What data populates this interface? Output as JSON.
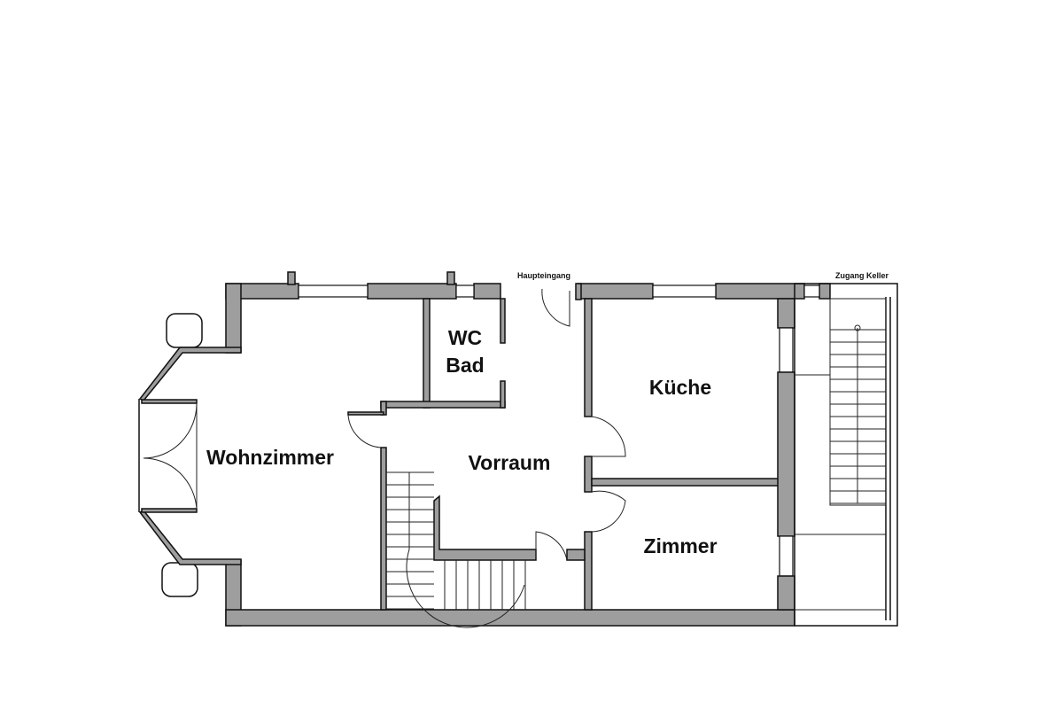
{
  "labels": {
    "haupteingang": "Haupteingang",
    "zugang_keller": "Zugang Keller"
  },
  "rooms": {
    "wohnzimmer": "Wohnzimmer",
    "wc": "WC",
    "bad": "Bad",
    "vorraum": "Vorraum",
    "kueche": "Küche",
    "zimmer": "Zimmer"
  },
  "colors": {
    "wall": "#9e9e9e",
    "line": "#111111",
    "background": "#ffffff"
  }
}
